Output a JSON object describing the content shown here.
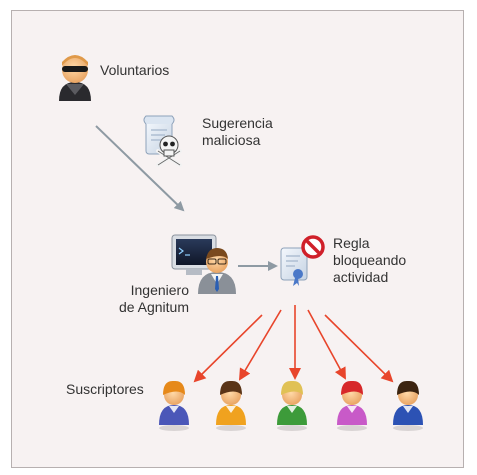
{
  "labels": {
    "volunteers": "Voluntarios",
    "malicious_suggestion": "Sugerencia\nmaliciosa",
    "engineer": "Ingeniero\nde Agnitum",
    "rule": "Regla\nbloqueando\nactividad",
    "subscribers": "Suscriptores"
  },
  "icons": {
    "volunteer": "masked-person-icon",
    "suggestion": "document-skull-icon",
    "engineer": "engineer-computer-icon",
    "rule": "blocked-certificate-icon",
    "subscriber": "person-icon"
  },
  "colors": {
    "gray_arrow": "#8e9aa3",
    "red_arrow": "#e8452b",
    "frame_border": "#b7b0b0",
    "frame_bg": "#f7f2f2",
    "subscribers": [
      {
        "hair": "#e6891a",
        "body": "#4b57b8"
      },
      {
        "hair": "#5a3417",
        "body": "#f0a21f"
      },
      {
        "hair": "#e0c155",
        "body": "#3d9b3a"
      },
      {
        "hair": "#d7282a",
        "body": "#c85ac8"
      },
      {
        "hair": "#3c2410",
        "body": "#2c52b4"
      }
    ]
  }
}
